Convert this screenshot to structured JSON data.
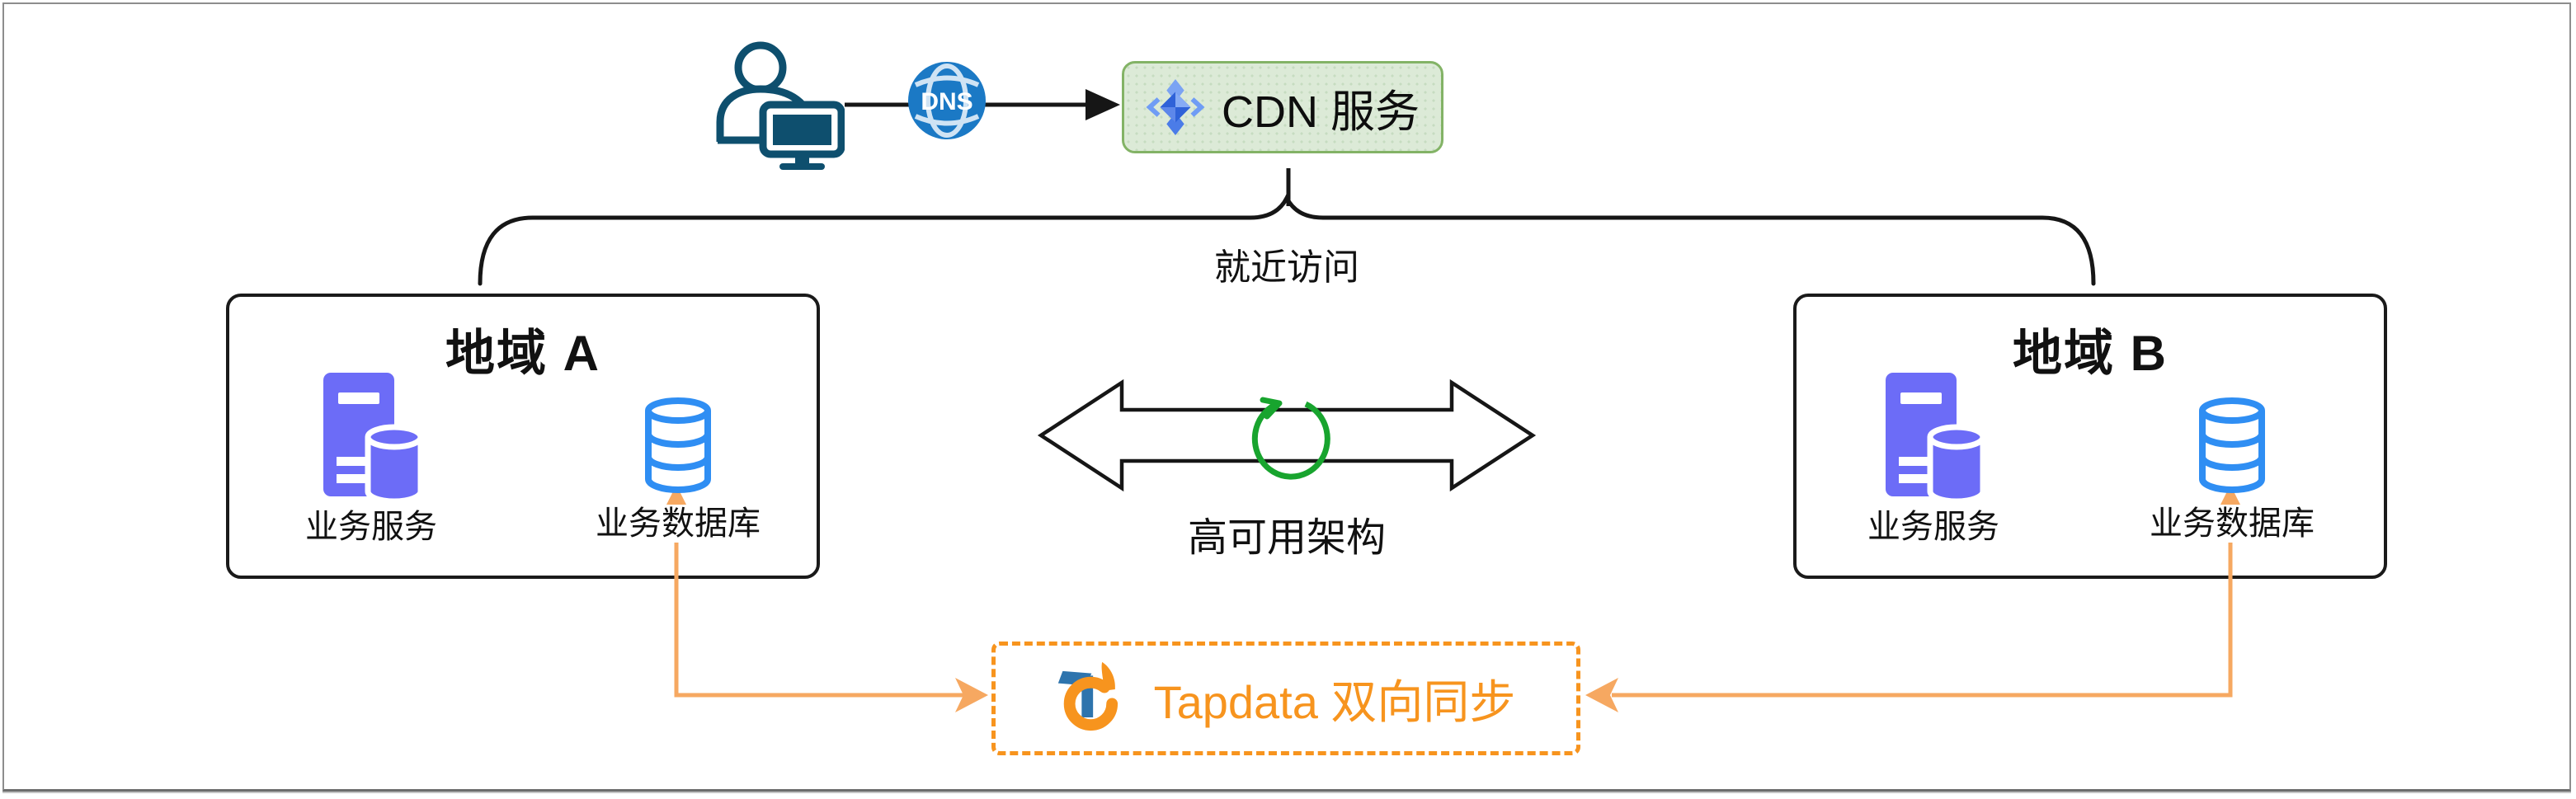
{
  "user_flow": {
    "dns_badge": "DNS",
    "cdn_label": "CDN 服务",
    "nearby_label": "就近访问"
  },
  "regions": {
    "a": {
      "title": "地域 A",
      "service": "业务服务",
      "database": "业务数据库"
    },
    "b": {
      "title": "地域 B",
      "service": "业务服务",
      "database": "业务数据库"
    }
  },
  "middle": {
    "ha_label": "高可用架构"
  },
  "sync": {
    "label": "Tapdata 双向同步"
  },
  "colors": {
    "cdn_fill": "#dcead7",
    "cdn_border": "#83b366",
    "region_border": "#1a1a1a",
    "server_icon_purple": "#6c6cf7",
    "database_icon_blue": "#2f8ef3",
    "user_icon_teal": "#0e4f6e",
    "dns_globe_blue": "#1b79c5",
    "sync_green": "#18a42e",
    "tapdata_orange": "#f7941e",
    "arrow_orange": "#f6a861",
    "line_black": "#161616"
  }
}
